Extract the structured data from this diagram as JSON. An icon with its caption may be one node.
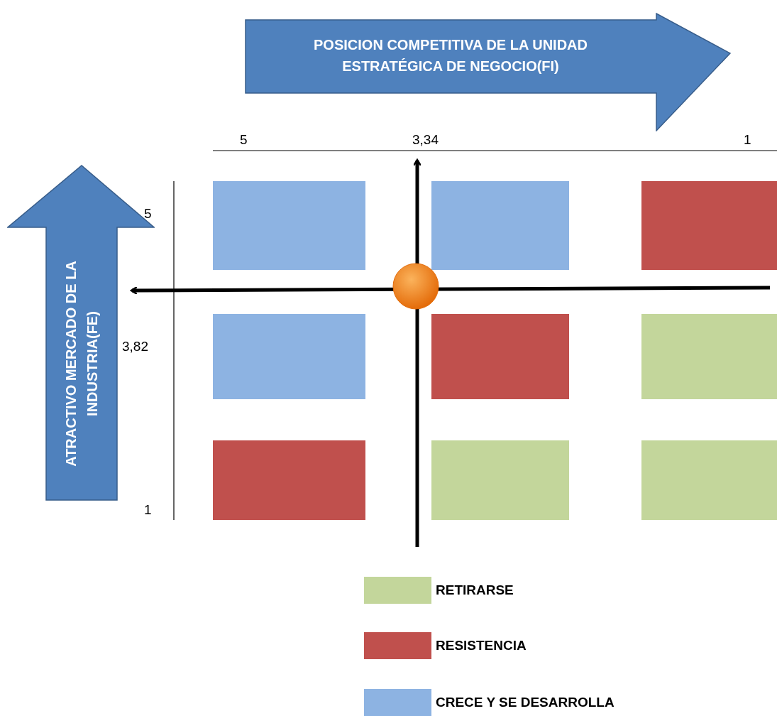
{
  "diagram": {
    "nodes": [
      {
        "text": [
          "POSICION COMPETITIVA DE LA UNIDAD ESTRATÉGICA DE NEGOCIO(FI)"
        ]
      },
      {
        "text": [
          "ATRACTIVO MERCADO DE LA INDUSTRIA(FE)"
        ]
      },
      {
        "text": [],
        "shape": "box"
      },
      {
        "text": [],
        "shape": "box"
      },
      {
        "text": [],
        "shape": "box"
      },
      {
        "text": [],
        "shape": "box"
      },
      {
        "text": [],
        "shape": "box"
      },
      {
        "text": [],
        "shape": "box"
      },
      {
        "text": [],
        "shape": "box"
      },
      {
        "text": [],
        "shape": "box"
      },
      {
        "text": [],
        "shape": "box"
      },
      {
        "text": [],
        "shape": "circle"
      }
    ],
    "labels": [
      "5",
      "3,34",
      "1",
      "5",
      "3,82",
      "1"
    ],
    "legend": [
      {
        "text": "RETIRARSE",
        "color": "#c3d69b"
      },
      {
        "text": "RESISTENCIA",
        "color": "#c0504d"
      },
      {
        "text": "CRECE Y SE DESARROLLA",
        "color": "#8db3e2"
      }
    ]
  }
}
